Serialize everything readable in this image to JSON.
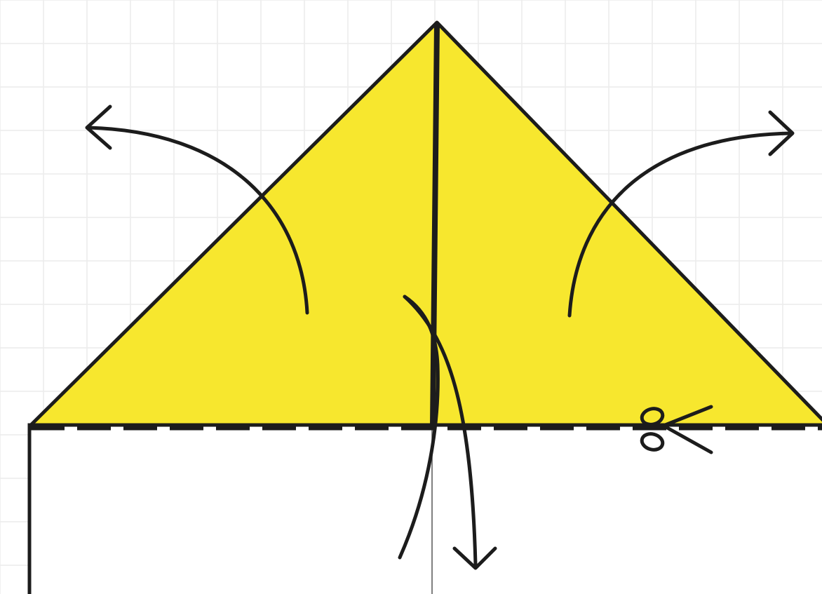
{
  "diagram": {
    "kind": "origami-fold-instruction",
    "colors": {
      "background": "#ffffff",
      "grid": "#ececec",
      "paper_colored_side": "#f7e72e",
      "paper_white_side": "#ffffff",
      "outline": "#1c1c1c"
    },
    "elements": [
      "triangle-flap",
      "center-crease",
      "paper-rectangle",
      "dashed-fold-line",
      "left-flap-arrow",
      "right-flap-arrow",
      "fold-down-arrow",
      "scissors-icon"
    ]
  }
}
